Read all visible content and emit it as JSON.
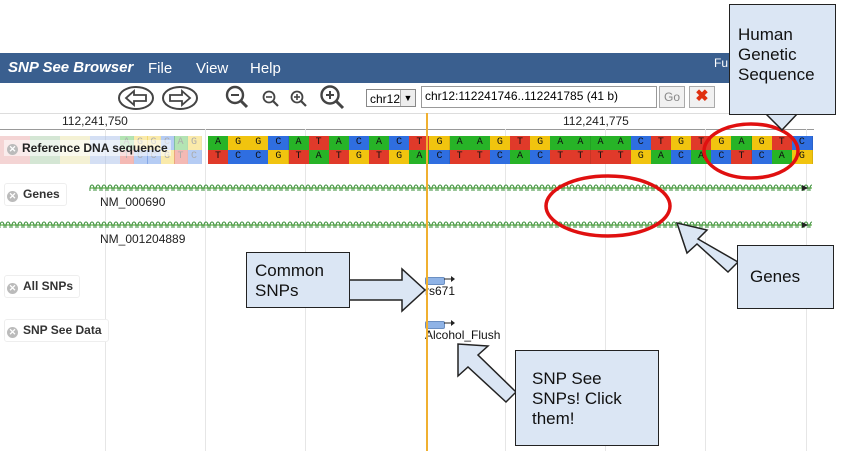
{
  "app": {
    "title": "SNP See Browser",
    "menu": [
      "File",
      "View",
      "Help"
    ],
    "right_text": "Fu"
  },
  "toolbar": {
    "chromosome": "chr12",
    "location": "chr12:112241746..112241785 (41 b)",
    "go_label": "Go"
  },
  "ruler": {
    "labels": [
      "112,241,750",
      "112,241,775"
    ]
  },
  "tracks": {
    "reference": "Reference DNA sequence",
    "genes": "Genes",
    "all_snps": "All SNPs",
    "snp_see_data": "SNP See Data"
  },
  "sequence": {
    "top": "AGGCATACACTGAAGTGAAAACTGTGAGTC",
    "bottom": "TCCGTATGTGACTTCACTTTTGACACTCAG",
    "faded_top": "AGGCAG",
    "faded_bottom": "TCCGTC"
  },
  "genes": [
    "NM_000690",
    "NM_001204889"
  ],
  "snps": {
    "common": "rs671",
    "snp_see": "Alcohol_Flush"
  },
  "callouts": {
    "human_genetic_sequence": "Human Genetic Sequence",
    "common_snps": "Common SNPs",
    "genes": "Genes",
    "snp_see_snps": "SNP See SNPs!  Click them!"
  },
  "colors": {
    "title_bar": "#3a5f8f",
    "A": "#27b327",
    "C": "#2f6ee0",
    "G": "#f1c40f",
    "T": "#e03a2a",
    "callout_fill": "#dbe6f4",
    "highlight_circle": "#e01010",
    "cursor": "#f0b030"
  }
}
